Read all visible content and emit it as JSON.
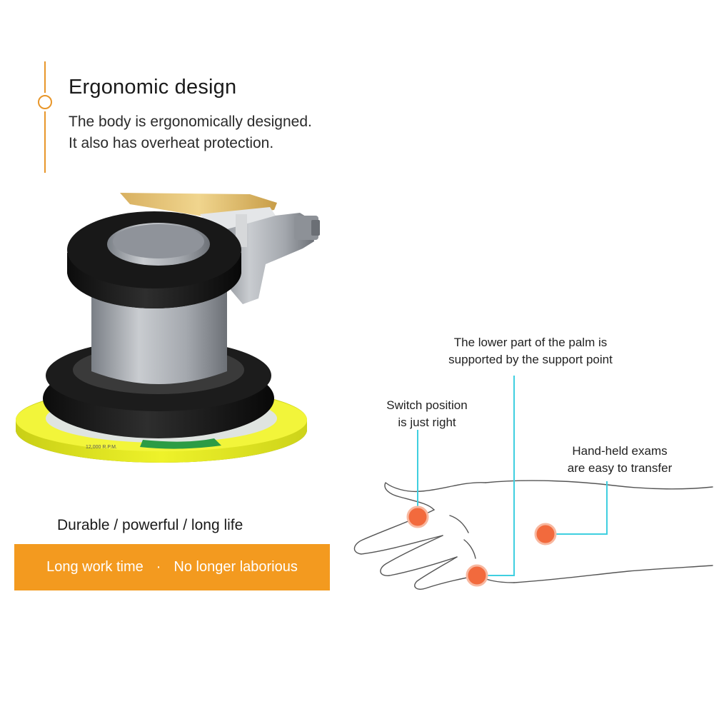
{
  "header": {
    "title": "Ergonomic design",
    "description_line1": "The body is ergonomically designed.",
    "description_line2": "It also has overheat protection."
  },
  "product": {
    "image_icon": "air-orbital-sander",
    "pad_label": "12,000 R.P.M."
  },
  "features": {
    "line": "Durable / powerful / long life"
  },
  "banner": {
    "item1": "Long work time",
    "separator": "·",
    "item2": "No longer laborious",
    "color": "#f39a1f"
  },
  "callouts": {
    "palm_line1": "The lower part of the palm is",
    "palm_line2": "supported by the support point",
    "switch_line1": "Switch position",
    "switch_line2": "is just right",
    "hand_line1": "Hand-held exams",
    "hand_line2": "are easy to transfer"
  },
  "colors": {
    "accent": "#e8962a",
    "callout_line": "#3fcfe0",
    "support_point": "#f26a3d"
  }
}
